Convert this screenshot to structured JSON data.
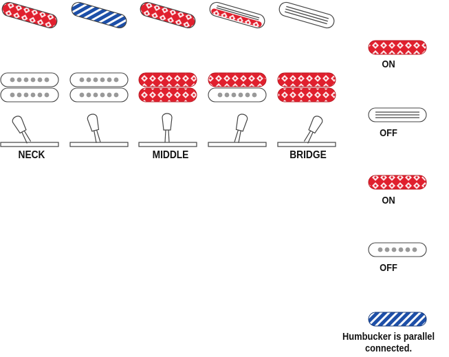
{
  "colors": {
    "active_fill": "#e0202e",
    "parallel_fill": "#1d4fa8",
    "pole": "#999999",
    "outline": "#444444",
    "text": "#111111"
  },
  "positions": [
    {
      "label": "NECK",
      "top": "red",
      "upper": "off",
      "lower": "off",
      "lever": "neck"
    },
    {
      "label": "",
      "top": "blue",
      "upper": "off",
      "lower": "off",
      "lever": "neck-mid"
    },
    {
      "label": "MIDDLE",
      "top": "red",
      "upper": "on",
      "lower": "on",
      "lever": "middle"
    },
    {
      "label": "",
      "top": "split",
      "upper": "on",
      "lower": "off",
      "lever": "mid-bridge"
    },
    {
      "label": "BRIDGE",
      "top": "off",
      "upper": "on",
      "lower": "on",
      "lever": "bridge"
    }
  ],
  "legend": [
    {
      "icon": "single-on",
      "label": "ON"
    },
    {
      "icon": "single-off",
      "label": "OFF"
    },
    {
      "icon": "hum-on",
      "label": "ON"
    },
    {
      "icon": "hum-off",
      "label": "OFF"
    },
    {
      "icon": "hum-parallel",
      "label": "Humbucker is parallel connected."
    }
  ]
}
